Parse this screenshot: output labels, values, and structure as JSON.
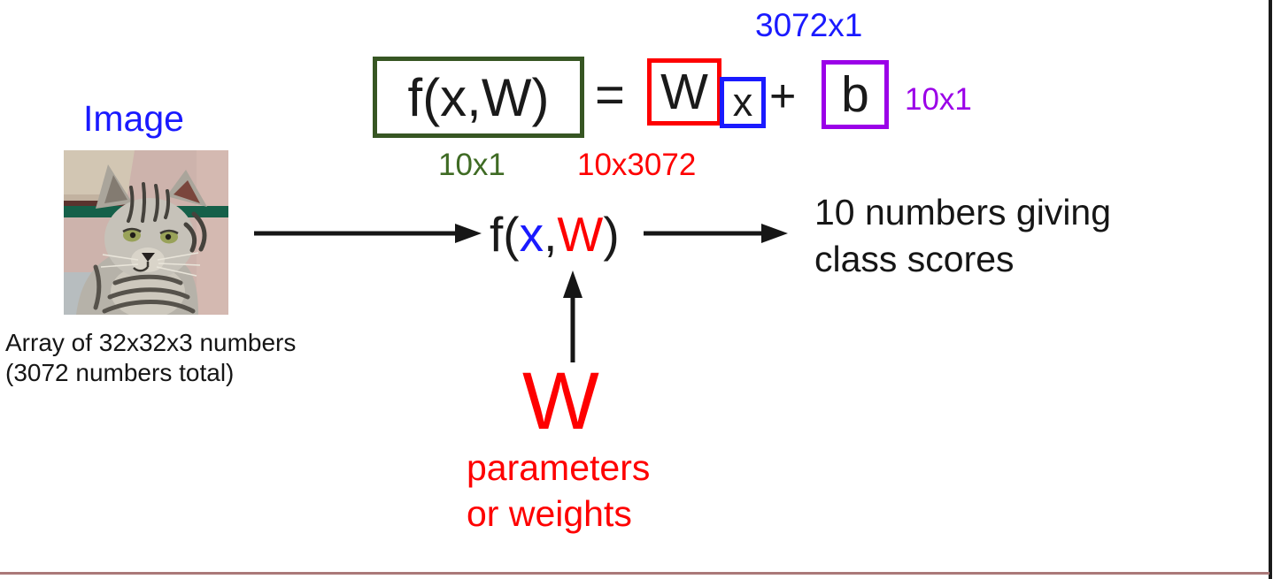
{
  "colors": {
    "blue": "#1a1aff",
    "red": "#fe0000",
    "green-text": "#3f6b24",
    "green-box": "#375623",
    "purple": "#9b00e8",
    "ink": "#1a1a1a",
    "frame-side": "#1a1a1a",
    "frame-bottom": "#aa7878"
  },
  "formula": {
    "fxw": "f(x,W)",
    "equals": "=",
    "w_term": "W",
    "x_term": "x",
    "plus": "+",
    "b_term": "b",
    "dim_x": "3072x1",
    "dim_b": "10x1",
    "dim_fxw": "10x1",
    "dim_w": "10x3072"
  },
  "input": {
    "label": "Image",
    "caption_line1": "Array of 32x32x3 numbers",
    "caption_line2": "(3072 numbers total)"
  },
  "function": {
    "open": "f(",
    "x": "x",
    "comma": ",",
    "w": "W",
    "close": ")"
  },
  "output": {
    "line1": "10 numbers giving",
    "line2": "class scores"
  },
  "weights": {
    "symbol": "W",
    "line1": "parameters",
    "line2": "or weights"
  }
}
